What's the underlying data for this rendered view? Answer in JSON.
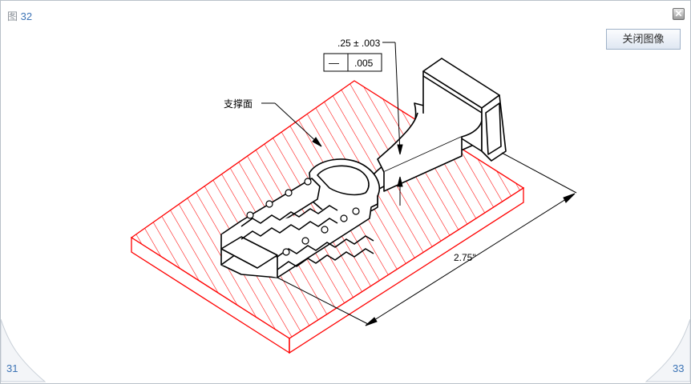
{
  "figure": {
    "prefix": "图",
    "number": "32"
  },
  "close_button_label": "关闭图像",
  "close_icon": "close-x-icon",
  "annotations": {
    "surface_label": "支撑面",
    "tolerance": ".25 ± .003",
    "flatness_symbol": "—",
    "flatness_value": ".005",
    "length": "2.75\""
  },
  "pager": {
    "prev": "31",
    "next": "33"
  },
  "colors": {
    "hatch": "#ff0000",
    "accent": "#3b73b5"
  }
}
